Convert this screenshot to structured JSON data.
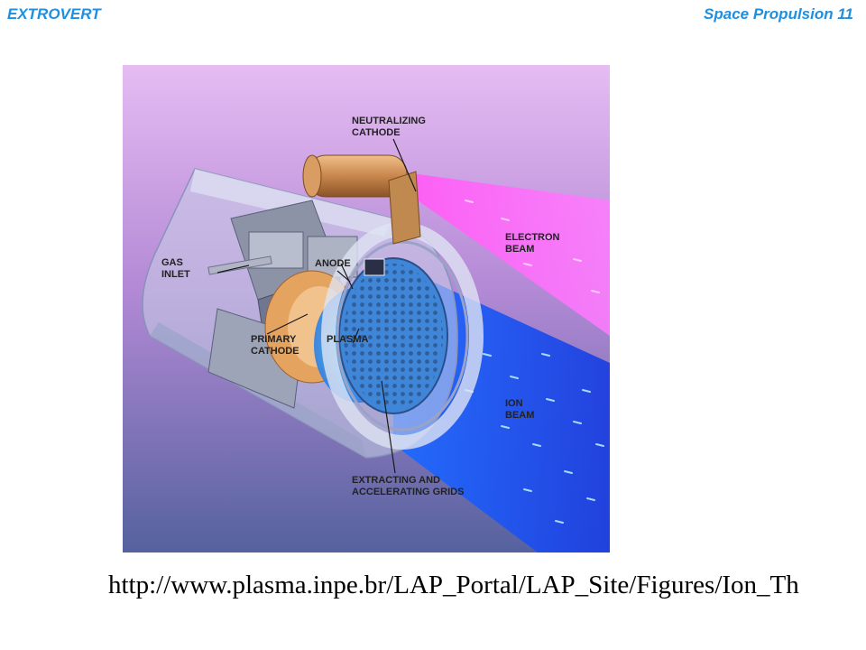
{
  "header": {
    "left_title": "EXTROVERT",
    "right_title": "Space Propulsion 11",
    "accent_color": "#1f8fe0"
  },
  "figure": {
    "labels": {
      "neutralizing_cathode": [
        "NEUTRALIZING",
        "CATHODE"
      ],
      "electron_beam": [
        "ELECTRON",
        "BEAM"
      ],
      "gas_inlet": [
        "GAS",
        "INLET"
      ],
      "anode": "ANODE",
      "primary_cathode": [
        "PRIMARY",
        "CATHODE"
      ],
      "plasma": "PLASMA",
      "ion_beam": [
        "ION",
        "BEAM"
      ],
      "grids": [
        "EXTRACTING AND",
        "ACCELERATING GRIDS"
      ]
    },
    "colors": {
      "electron_beam": "#ff66ff",
      "ion_beam": "#2a5cff",
      "background_top": "#e6b8f2",
      "background_bottom": "#5566a0"
    }
  },
  "footer": {
    "url": "http://www.plasma.inpe.br/LAP_Portal/LAP_Site/Figures/Ion_Th"
  }
}
